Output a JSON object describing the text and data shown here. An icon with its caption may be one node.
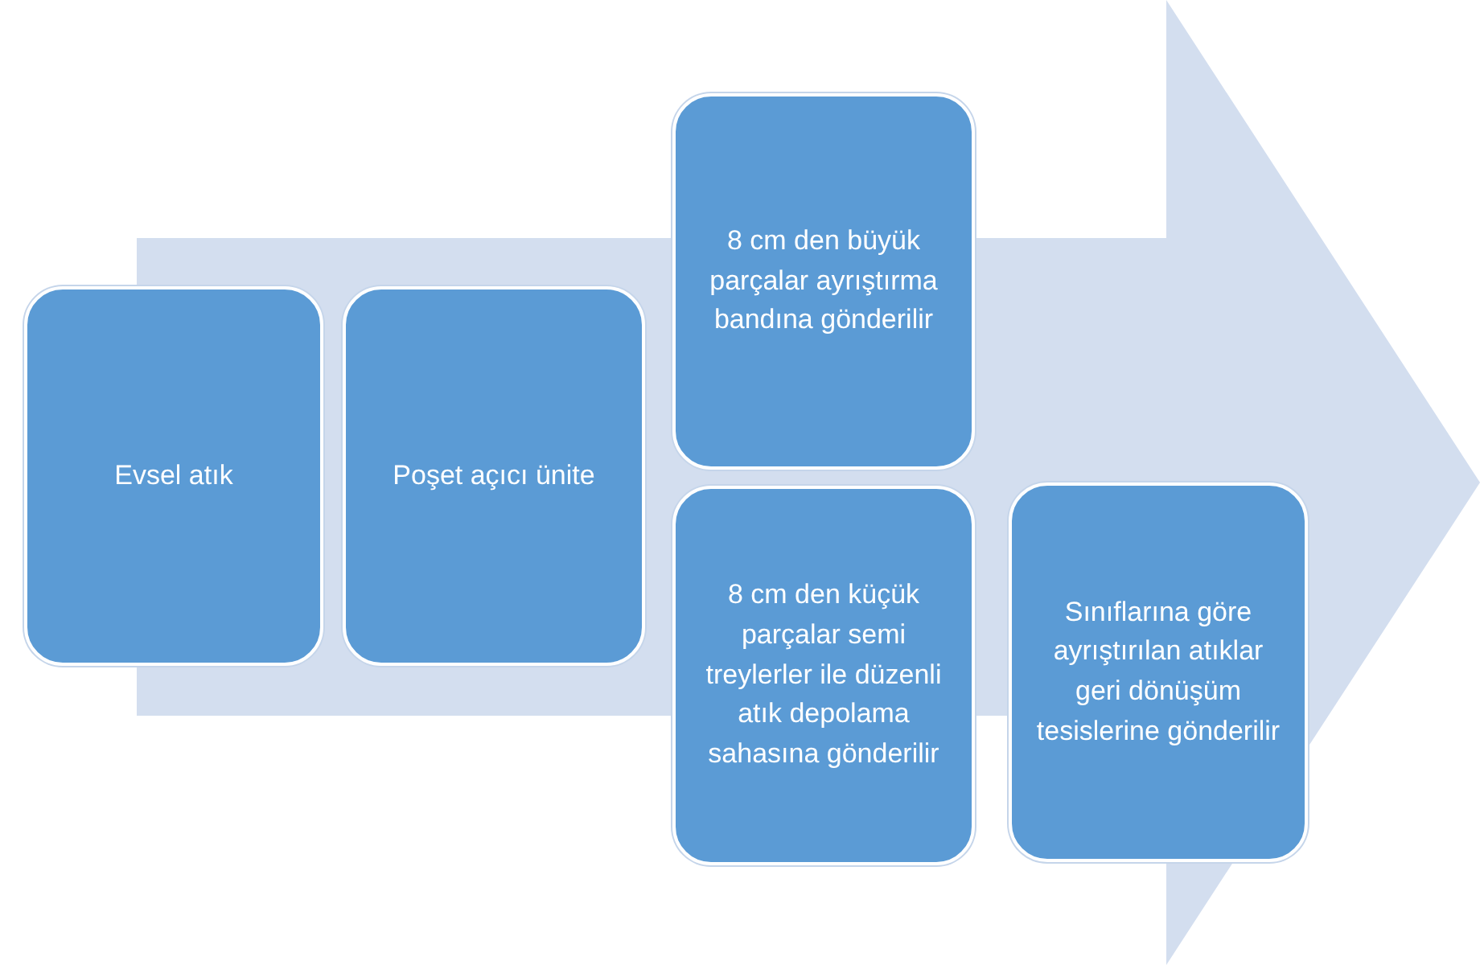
{
  "diagram": {
    "nodes": [
      {
        "text": [
          "Evsel atık"
        ]
      },
      {
        "text": [
          "Poşet açıcı ünite"
        ]
      },
      {
        "text": [
          "8 cm den büyük parçalar ayrıştırma bandına gönderilir"
        ]
      },
      {
        "text": [
          "8 cm den küçük parçalar semi treylerler ile düzenli atık depolama sahasına gönderilir"
        ]
      },
      {
        "text": [
          "Sınıflarına göre ayrıştırılan atıklar geri dönüşüm tesislerine gönderilir"
        ]
      }
    ]
  }
}
